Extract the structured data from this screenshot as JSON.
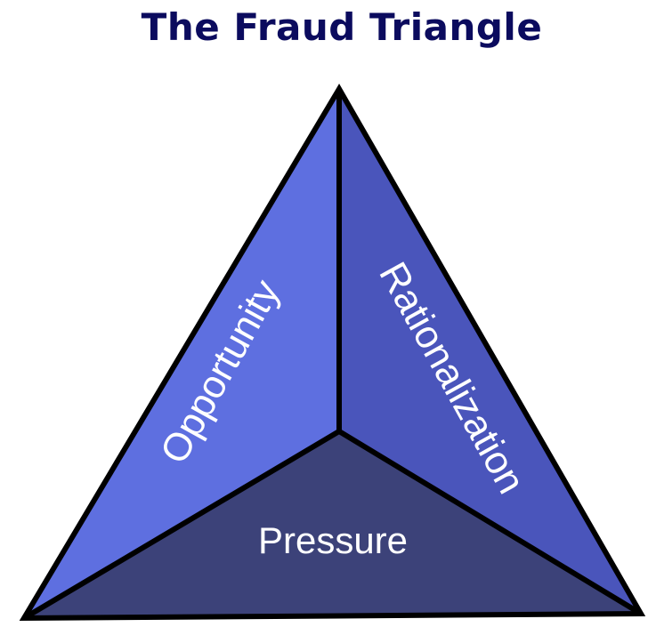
{
  "title": "The Fraud Triangle",
  "sections": {
    "opportunity": {
      "label": "Opportunity",
      "color": "#5e6fe0"
    },
    "rationalization": {
      "label": "Rationalization",
      "color": "#4a55bb"
    },
    "pressure": {
      "label": "Pressure",
      "color": "#3c4279"
    }
  },
  "outline_color": "#000000"
}
